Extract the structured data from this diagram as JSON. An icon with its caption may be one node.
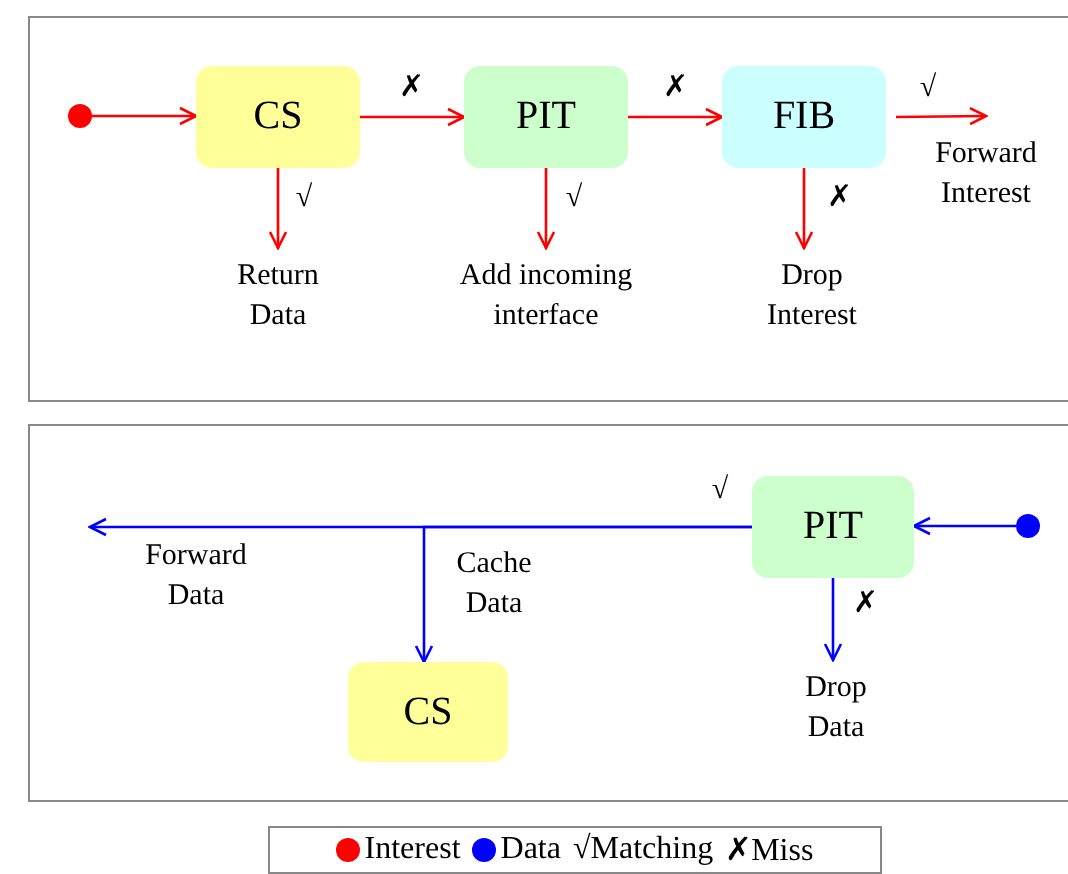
{
  "diagram": {
    "nodes": [
      {
        "text": [],
        "shape": "circle"
      },
      {
        "text": [
          "CS"
        ]
      },
      {
        "text": [
          "PIT"
        ]
      },
      {
        "text": [
          "FIB"
        ]
      },
      {
        "text": [
          "Return Data"
        ]
      },
      {
        "text": [
          "Add incoming interface"
        ]
      },
      {
        "text": [
          "Drop Interest"
        ]
      },
      {
        "text": [
          "Forward Interest"
        ]
      },
      {
        "text": [
          "PIT"
        ]
      },
      {
        "text": [],
        "shape": "circle"
      },
      {
        "text": [
          "Forward Data"
        ]
      },
      {
        "text": [
          "CS"
        ]
      },
      {
        "text": [
          "Drop Data"
        ]
      }
    ],
    "edges": [
      {
        "from": 0,
        "to": 1,
        "arrow": "to",
        "color": "#ff0000"
      },
      {
        "from": 1,
        "to": 2,
        "arrow": "to",
        "label": "✗",
        "color": "#ff0000"
      },
      {
        "from": 2,
        "to": 3,
        "arrow": "to",
        "label": "✗",
        "color": "#ff0000"
      },
      {
        "from": 3,
        "to": 7,
        "arrow": "to",
        "label": "√",
        "color": "#ff0000"
      },
      {
        "from": 1,
        "to": 4,
        "arrow": "to",
        "label": "√",
        "color": "#ff0000"
      },
      {
        "from": 2,
        "to": 5,
        "arrow": "to",
        "label": "√",
        "color": "#ff0000"
      },
      {
        "from": 3,
        "to": 6,
        "arrow": "to",
        "label": "✗",
        "color": "#ff0000"
      },
      {
        "from": 9,
        "to": 8,
        "arrow": "to",
        "color": "#0000ff"
      },
      {
        "from": 8,
        "to": 10,
        "arrow": "to",
        "label": "√",
        "color": "#0000ff"
      },
      {
        "from": 8,
        "to": 11,
        "arrow": "to",
        "label": "Cache Data",
        "color": "#0000ff"
      },
      {
        "from": 8,
        "to": 12,
        "arrow": "to",
        "label": "✗",
        "color": "#0000ff"
      }
    ],
    "legend": [
      {
        "text": "Interest",
        "color": "#ff0000"
      },
      {
        "text": "Data",
        "color": "#0000ff"
      },
      {
        "text": "√Matching"
      },
      {
        "text": "✗Miss"
      }
    ]
  }
}
